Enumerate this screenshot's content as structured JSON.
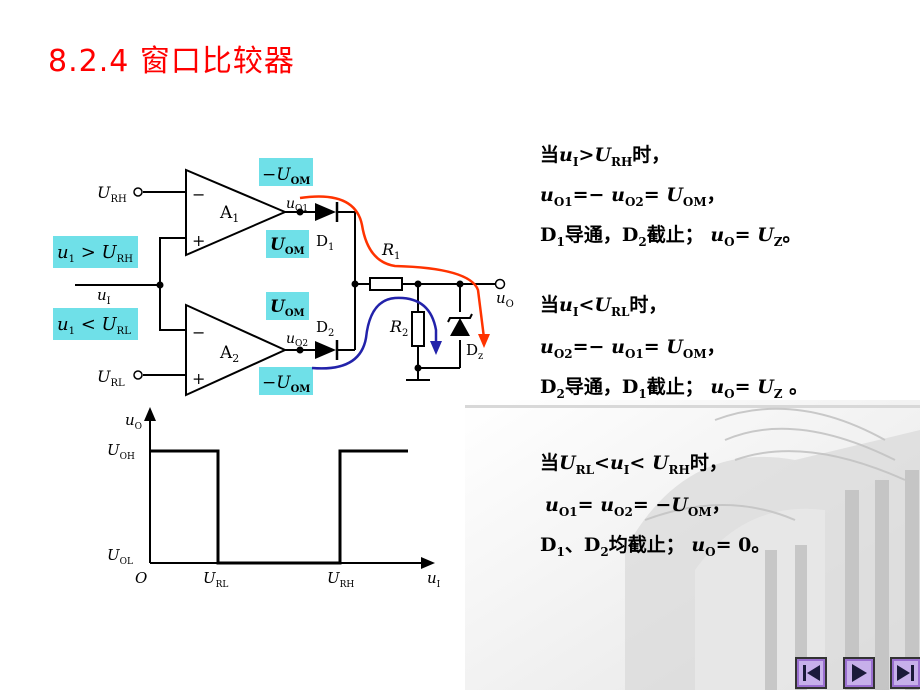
{
  "title": "8.2.4 窗口比较器",
  "circuit": {
    "u_rh": "U",
    "u_rh_sub": "RH",
    "u_rl": "U",
    "u_rl_sub": "RL",
    "u_i": "u",
    "u_i_sub": "I",
    "a1": "A",
    "a1_sub": "1",
    "a2": "A",
    "a2_sub": "2",
    "minus": "−",
    "plus": "+",
    "uo1": "u",
    "uo1_sub": "O1",
    "uo2": "u",
    "uo2_sub": "O2",
    "d1": "D",
    "d1_sub": "1",
    "d2": "D",
    "d2_sub": "2",
    "r1": "R",
    "r1_sub": "1",
    "r2": "R",
    "r2_sub": "2",
    "dz": "D",
    "dz_sub": "z",
    "uo": "u",
    "uo_sub": "O",
    "cond_high": "u",
    "cond_high_rest": " > U",
    "cond_high_sub1": "1",
    "cond_high_sub2": "RH",
    "cond_low": "u",
    "cond_low_rest": " < U",
    "cond_low_sub1": "1",
    "cond_low_sub2": "RL",
    "neg_uom_top": "−U",
    "neg_uom_top_sub": "OM",
    "uom_top": "U",
    "uom_top_sub": "OM",
    "uom_bot": "U",
    "uom_bot_sub": "OM",
    "neg_uom_bot": "−U",
    "neg_uom_bot_sub": "OM"
  },
  "graph": {
    "y_axis": "u",
    "y_axis_sub": "O",
    "uoh": "U",
    "uoh_sub": "OH",
    "uol": "U",
    "uol_sub": "OL",
    "origin": "O",
    "url": "U",
    "url_sub": "RL",
    "urh": "U",
    "urh_sub": "RH",
    "x_axis": "u",
    "x_axis_sub": "I"
  },
  "explanation": {
    "case1_line1": {
      "pre": "当",
      "v1": "u",
      "s1": "I",
      "op": ">",
      "v2": "U",
      "s2": "RH",
      "post": "时，"
    },
    "case1_line2": {
      "v1": "u",
      "s1": "O1",
      "mid": "=− ",
      "v2": "u",
      "s2": "O2",
      "eq": "= ",
      "v3": "U",
      "s3": "OM",
      "post": "，"
    },
    "case1_line3": {
      "d": "D",
      "ds": "1",
      "t1": "导通，",
      "d2": "D",
      "d2s": "2",
      "t2": "截止；  ",
      "v": "u",
      "vs": "O",
      "eq": "= ",
      "v2": "U",
      "v2s": "Z",
      "post": "。"
    },
    "case2_line1": {
      "pre": "当",
      "v1": "u",
      "s1": "I",
      "op": "<",
      "v2": "U",
      "s2": "RL",
      "post": "时，"
    },
    "case2_line2": {
      "v1": "u",
      "s1": "O2",
      "mid": "=− ",
      "v2": "u",
      "s2": "O1",
      "eq": "= ",
      "v3": "U",
      "s3": "OM",
      "post": "，"
    },
    "case2_line3": {
      "d": "D",
      "ds": "2",
      "t1": "导通，",
      "d2": "D",
      "d2s": "1",
      "t2": "截止；  ",
      "v": "u",
      "vs": "O",
      "eq": "= ",
      "v2": "U",
      "v2s": "Z",
      "post": " 。"
    },
    "case3_line1": {
      "pre": "当",
      "v1": "U",
      "s1": "RL",
      "op1": "<",
      "v2": "u",
      "s2": "I",
      "op2": "< ",
      "v3": "U",
      "s3": "RH",
      "post": "时，"
    },
    "case3_line2": {
      "v1": "u",
      "s1": "O1",
      "eq1": "= ",
      "v2": "u",
      "s2": "O2",
      "eq2": "= −",
      "v3": "U",
      "s3": "OM",
      "post": "，"
    },
    "case3_line3": {
      "d": "D",
      "ds": "1",
      "sep": "、",
      "d2": "D",
      "d2s": "2",
      "t": "均截止；  ",
      "v": "u",
      "vs": "O",
      "eq": "= 0。"
    }
  },
  "nav": {
    "first": "first-page-icon",
    "next": "next-page-icon",
    "last": "last-page-icon"
  },
  "colors": {
    "title": "#ff0000",
    "highlight": "#6fe0e8",
    "red_path": "#ff3300",
    "blue_path": "#2222aa"
  }
}
